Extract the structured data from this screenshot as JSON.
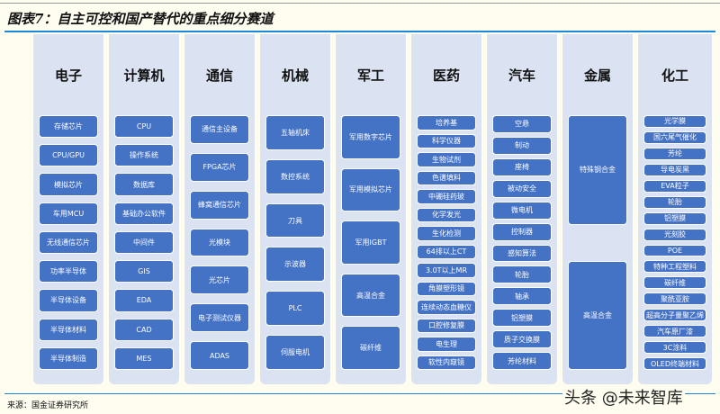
{
  "title": "图表7：自主可控和国产替代的重点细分赛道",
  "source": "来源：国金证券研究所",
  "watermark": "头条 @未来智库",
  "columns": [
    {
      "name": "电子",
      "items": [
        "存储芯片",
        "CPU/GPU",
        "模拟芯片",
        "车用MCU",
        "无线通信芯片",
        "功率半导体",
        "半导体设备",
        "半导体材料",
        "半导体制造"
      ]
    },
    {
      "name": "计算机",
      "items": [
        "CPU",
        "操作系统",
        "数据库",
        "基础办公软件",
        "中间件",
        "GIS",
        "EDA",
        "CAD",
        "MES"
      ]
    },
    {
      "name": "通信",
      "items": [
        "通信主设备",
        "FPGA芯片",
        "蜂窝通信芯片",
        "光模块",
        "光芯片",
        "电子测试仪器",
        "ADAS"
      ]
    },
    {
      "name": "机械",
      "items": [
        "五轴机床",
        "数控系统",
        "刀具",
        "示波器",
        "PLC",
        "伺服电机"
      ]
    },
    {
      "name": "军工",
      "items": [
        "军用数字芯片",
        "军用模拟芯片",
        "军用IGBT",
        "高温合金",
        "碳纤维"
      ]
    },
    {
      "name": "医药",
      "items": [
        "培养基",
        "科学仪器",
        "生物试剂",
        "色谱填料",
        "中硼硅药玻",
        "化学发光",
        "生化检测",
        "64排以上CT",
        "3.0T以上MR",
        "角膜塑形镜",
        "连续动态血糖仪",
        "口腔修复膜",
        "电生理",
        "软性内窥镜"
      ]
    },
    {
      "name": "汽车",
      "items": [
        "空悬",
        "制动",
        "座椅",
        "被动安全",
        "微电机",
        "控制器",
        "感知算法",
        "轮胎",
        "轴承",
        "铝塑膜",
        "质子交换膜",
        "芳纶材料"
      ]
    },
    {
      "name": "金属",
      "items": [
        "特殊钢合金",
        "高温合金"
      ]
    },
    {
      "name": "化工",
      "items": [
        "光学膜",
        "国六尾气催化",
        "芳纶",
        "导电炭黑",
        "EVA粒子",
        "轮胎",
        "铝塑膜",
        "光刻胶",
        "POE",
        "特种工程塑料",
        "碳纤维",
        "聚酰亚胺",
        "超高分子量聚乙烯",
        "汽车原厂漆",
        "3C涂料",
        "OLED终端材料"
      ]
    }
  ]
}
